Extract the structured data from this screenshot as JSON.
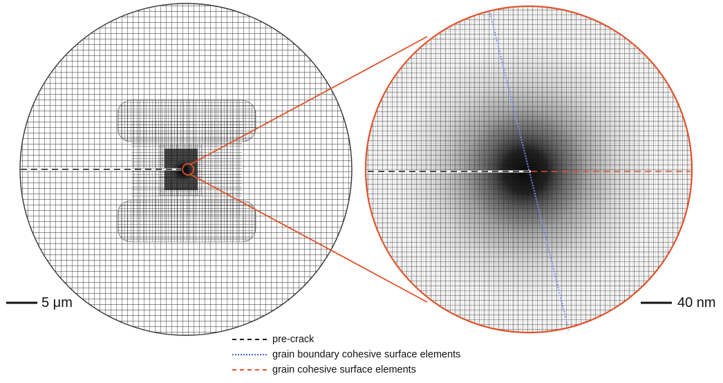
{
  "scale_bars": {
    "left": "5 μm",
    "right": "40 nm"
  },
  "legend": [
    {
      "label": "pre-crack",
      "color": "#111111",
      "style": "dash"
    },
    {
      "label": "grain boundary cohesive surface elements",
      "color": "#3b5bd6",
      "style": "dot"
    },
    {
      "label": "grain cohesive surface elements",
      "color": "#e0522a",
      "style": "dash"
    }
  ],
  "colors": {
    "mesh": "#1a1a1a",
    "zoom": "#e0522a",
    "grain_boundary": "#7a92f0"
  }
}
